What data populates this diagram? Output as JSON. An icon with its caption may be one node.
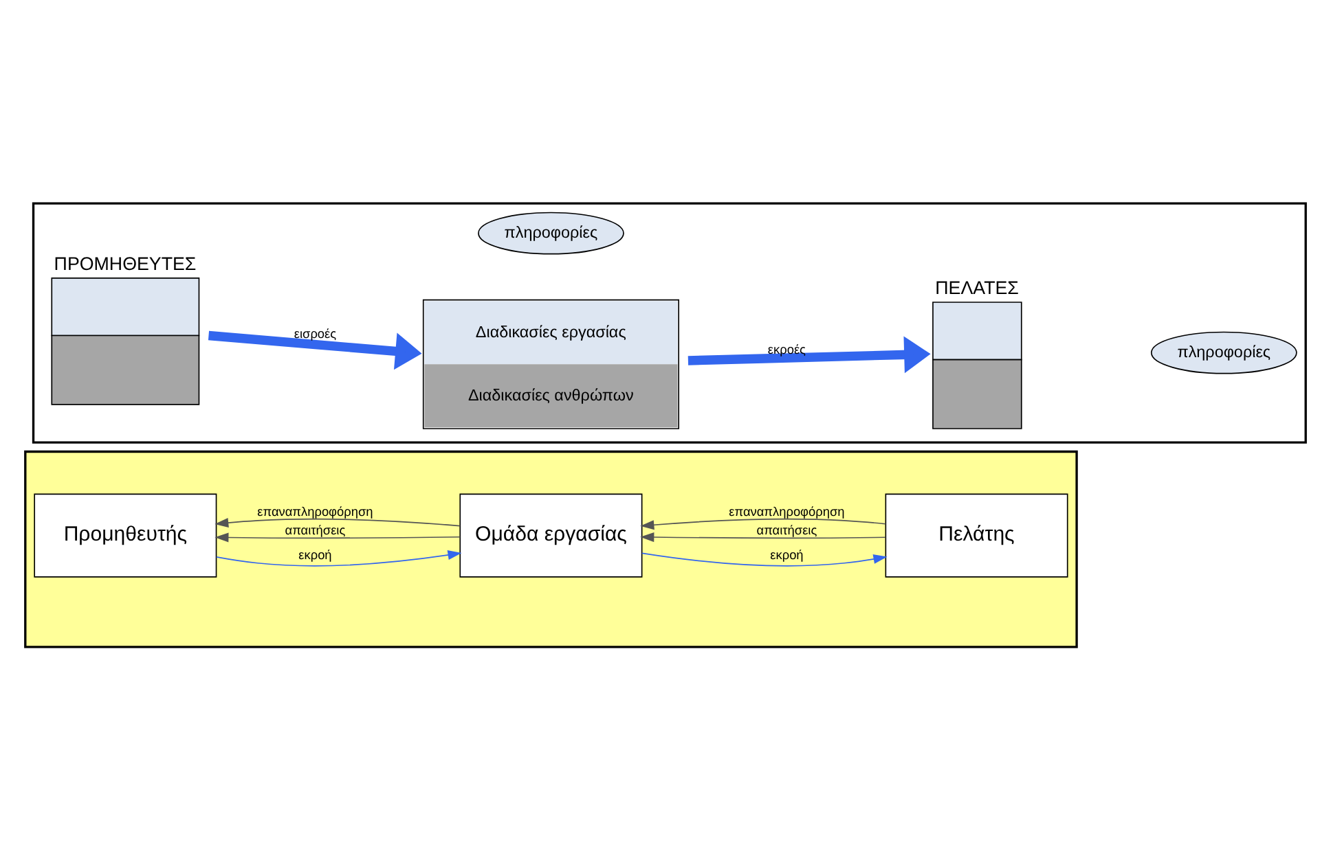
{
  "diagram": {
    "nodes": [
      {
        "text": [],
        "shape": "box"
      },
      {
        "text": [
          "ΠΡΟΜΗΘΕΥΤΕΣ"
        ],
        "in": 0
      },
      {
        "text": [
          "Διαδικασίες εργασίας",
          "Διαδικασίες ανθρώπων"
        ],
        "in": 0
      },
      {
        "text": [
          "ΠΕΛΑΤΕΣ"
        ],
        "in": 0
      },
      {
        "text": [
          "πληροφορίες"
        ],
        "in": 0
      },
      {
        "text": [
          "πληροφορίες"
        ],
        "in": 0
      },
      {
        "text": [],
        "shape": "box"
      },
      {
        "text": [
          "Προμηθευτής"
        ],
        "in": 6
      },
      {
        "text": [
          "Ομάδα εργασίας"
        ],
        "in": 6
      },
      {
        "text": [
          "Πελάτης"
        ],
        "in": 6
      }
    ],
    "edges": [
      {
        "from": 1,
        "to": 2,
        "arrow": "to",
        "label": "εισροές",
        "style": "thick",
        "color": "#3366ee"
      },
      {
        "from": 2,
        "to": 3,
        "arrow": "to",
        "label": "εκροές",
        "style": "thick",
        "color": "#3366ee"
      },
      {
        "from": 8,
        "to": 7,
        "arrow": "to",
        "label": "απαιτήσεις",
        "color": "#555555"
      },
      {
        "from": 7,
        "to": 8,
        "arrow": "to",
        "label": "εκροή",
        "color": "#3366ee"
      },
      {
        "from": 9,
        "to": 8,
        "arrow": "to",
        "label": "απαιτήσεις",
        "color": "#555555"
      },
      {
        "from": 8,
        "to": 9,
        "arrow": "to",
        "label": "εκροή",
        "color": "#3366ee"
      },
      {
        "from": 8,
        "to": 7,
        "arrow": "to",
        "label": "επαναπληροφόρηση",
        "color": "#555555"
      },
      {
        "from": 9,
        "to": 8,
        "arrow": "to",
        "label": "επαναπληροφόρηση",
        "color": "#555555"
      }
    ]
  }
}
